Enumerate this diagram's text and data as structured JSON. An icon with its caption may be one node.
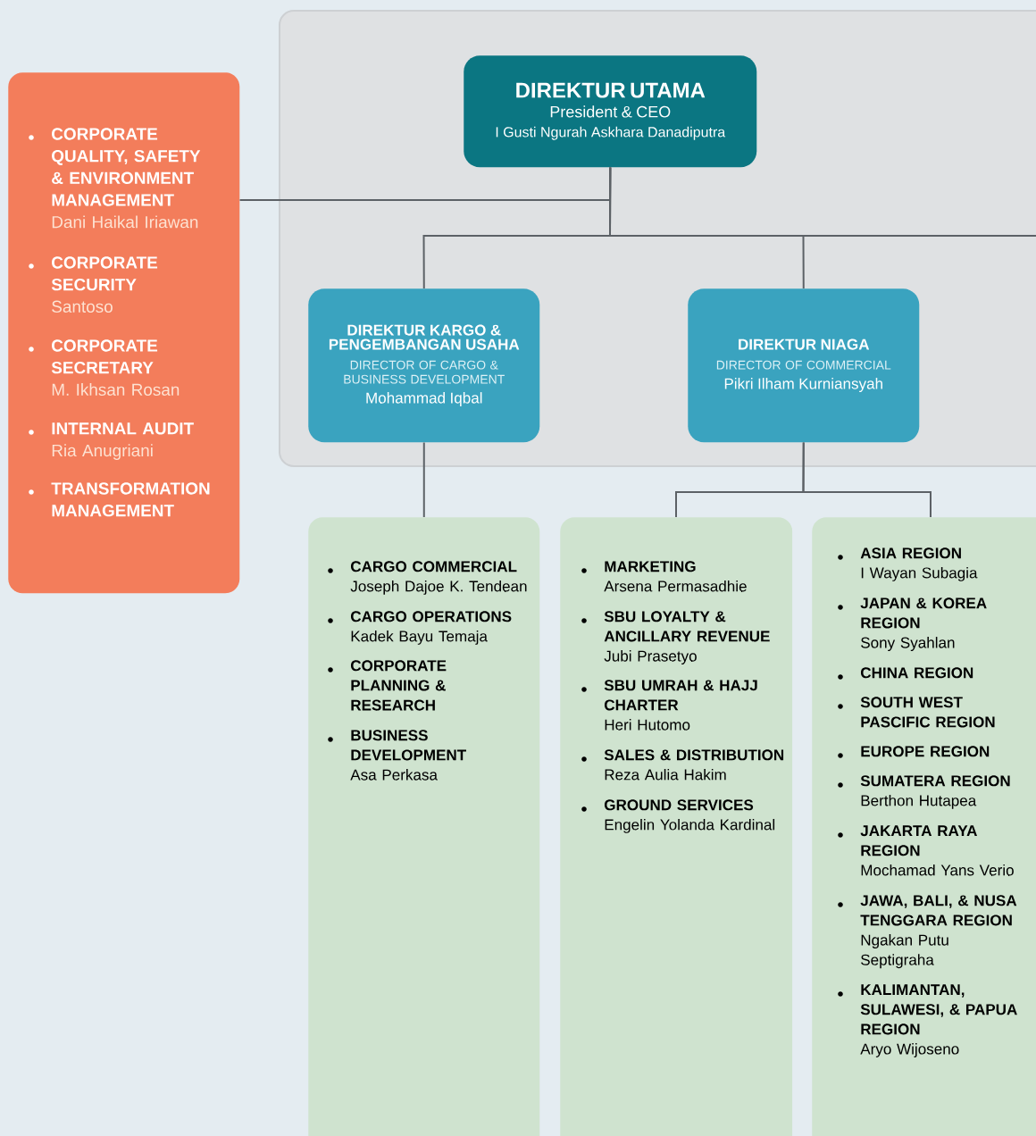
{
  "diagram": {
    "nodes": [
      {
        "text": [],
        "shape": "box"
      },
      {
        "text": [
          "CORPORATE QUALITY, SAFETY & ENVIRONMENT MANAGEMENT",
          "Dani Haikal Iriawan"
        ],
        "in": 0
      },
      {
        "text": [
          "CORPORATE SECURITY",
          "Santoso"
        ],
        "in": 0
      },
      {
        "text": [
          "CORPORATE SECRETARY",
          "M. Ikhsan Rosan"
        ],
        "in": 0
      },
      {
        "text": [
          "INTERNAL AUDIT",
          "Ria Anugriani"
        ],
        "in": 0
      },
      {
        "text": [
          "TRANSFORMATION MANAGEMENT"
        ],
        "in": 0
      },
      {
        "text": [
          "DIREKTUR UTAMA",
          "President & CEO",
          "I Gusti Ngurah Askhara Danadiputra"
        ]
      },
      {
        "text": [
          "DIREKTUR KARGO & PENGEMBANGAN USAHA",
          "DIRECTOR OF CARGO & BUSINESS DEVELOPMENT",
          "Mohammad Iqbal"
        ]
      },
      {
        "text": [
          "DIREKTUR NIAGA",
          "DIRECTOR OF COMMERCIAL",
          "Pikri Ilham Kurniansyah"
        ]
      },
      {
        "text": [],
        "shape": "box"
      },
      {
        "text": [
          "CARGO COMMERCIAL",
          "Joseph Dajoe K. Tendean"
        ],
        "in": 9
      },
      {
        "text": [
          "CARGO OPERATIONS",
          "Kadek Bayu Temaja"
        ],
        "in": 9
      },
      {
        "text": [
          "CORPORATE PLANNING & RESEARCH"
        ],
        "in": 9
      },
      {
        "text": [
          "BUSINESS DEVELOPMENT",
          "Asa Perkasa"
        ],
        "in": 9
      },
      {
        "text": [],
        "shape": "box"
      },
      {
        "text": [
          "MARKETING",
          "Arsena Permasadhie"
        ],
        "in": 14
      },
      {
        "text": [
          "SBU LOYALTY & ANCILLARY REVENUE",
          "Jubi Prasetyo"
        ],
        "in": 14
      },
      {
        "text": [
          "SBU UMRAH & HAJJ CHARTER",
          "Heri Hutomo"
        ],
        "in": 14
      },
      {
        "text": [
          "SALES & DISTRIBUTION",
          "Reza Aulia Hakim"
        ],
        "in": 14
      },
      {
        "text": [
          "GROUND SERVICES",
          "Engelin Yolanda Kardinal"
        ],
        "in": 14
      },
      {
        "text": [],
        "shape": "box"
      },
      {
        "text": [
          "ASIA REGION",
          "I Wayan Subagia"
        ],
        "in": 20
      },
      {
        "text": [
          "JAPAN & KOREA REGION",
          "Sony Syahlan"
        ],
        "in": 20
      },
      {
        "text": [
          "CHINA REGION"
        ],
        "in": 20
      },
      {
        "text": [
          "SOUTH WEST PASCIFIC REGION"
        ],
        "in": 20
      },
      {
        "text": [
          "EUROPE REGION"
        ],
        "in": 20
      },
      {
        "text": [
          "SUMATERA REGION",
          "Berthon Hutapea"
        ],
        "in": 20
      },
      {
        "text": [
          "JAKARTA RAYA REGION",
          "Mochamad Yans Verio"
        ],
        "in": 20
      },
      {
        "text": [
          "JAWA, BALI, & NUSA TENGGARA REGION",
          "Ngakan Putu Septigraha"
        ],
        "in": 20
      },
      {
        "text": [
          "KALIMANTAN, SULAWESI, & PAPUA REGION",
          "Aryo Wijoseno"
        ],
        "in": 20
      }
    ],
    "edges": [
      {
        "from": 6,
        "to": 0,
        "arrow": "none"
      },
      {
        "from": 6,
        "to": 7,
        "arrow": "none"
      },
      {
        "from": 6,
        "to": 8,
        "arrow": "none"
      },
      {
        "from": 6,
        "to": null,
        "arrow": "none"
      },
      {
        "from": 7,
        "to": 9,
        "arrow": "none"
      },
      {
        "from": 8,
        "to": 14,
        "arrow": "none"
      },
      {
        "from": 8,
        "to": 20,
        "arrow": "none"
      }
    ]
  }
}
